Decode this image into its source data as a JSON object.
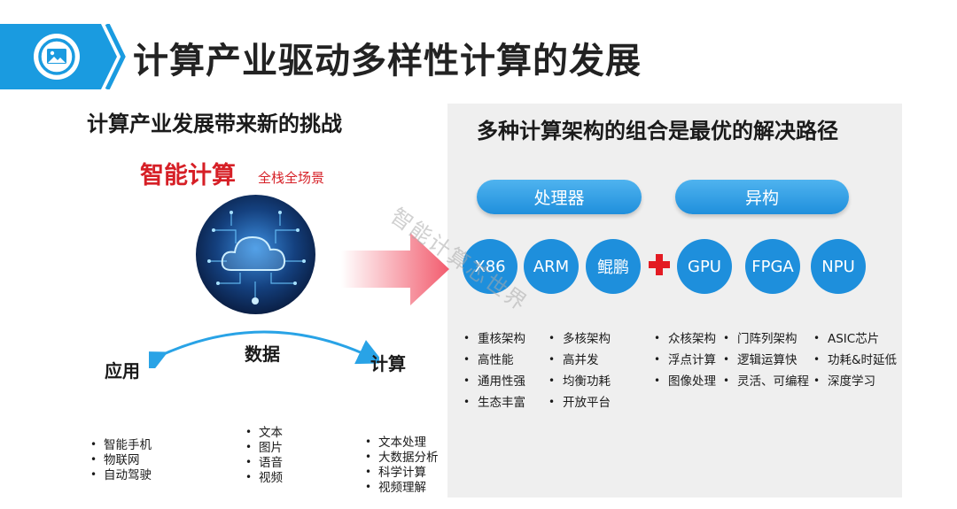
{
  "header": {
    "title": "计算产业驱动多样性计算的发展",
    "icon": "image-icon",
    "accent": "#1a9be0"
  },
  "left": {
    "heading": "计算产业发展带来新的挑战",
    "ai_title": "智能计算",
    "ai_subtitle": "全栈全场景",
    "cloud_icon": "cloud-network-icon",
    "labels": {
      "app": "应用",
      "data": "数据",
      "compute": "计算"
    },
    "lists": {
      "app": [
        "智能手机",
        "物联网",
        "自动驾驶"
      ],
      "data": [
        "文本",
        "图片",
        "语音",
        "视频"
      ],
      "compute": [
        "文本处理",
        "大数据分析",
        "科学计算",
        "视频理解"
      ]
    },
    "colors": {
      "red": "#d61f26",
      "arc": "#29a3e6"
    }
  },
  "right": {
    "heading": "多种计算架构的组合是最优的解决路径",
    "pills": {
      "processor": "处理器",
      "heterogeneous": "异构"
    },
    "processor_chips": [
      "X86",
      "ARM",
      "鲲鹏"
    ],
    "hetero_chips": [
      "GPU",
      "FPGA",
      "NPU"
    ],
    "lists": [
      [
        "重核架构",
        "高性能",
        "通用性强",
        "生态丰富"
      ],
      [
        "多核架构",
        "高并发",
        "均衡功耗",
        "开放平台"
      ],
      [
        "众核架构",
        "浮点计算",
        "图像处理"
      ],
      [
        "门阵列架构",
        "逻辑运算快",
        "灵活、可编程"
      ],
      [
        "ASIC芯片",
        "功耗&时延低",
        "深度学习"
      ]
    ],
    "colors": {
      "chip": "#1e8fdc",
      "panel": "#efefef",
      "plus": "#e31b23"
    }
  },
  "watermark": "智能计算芯世界"
}
